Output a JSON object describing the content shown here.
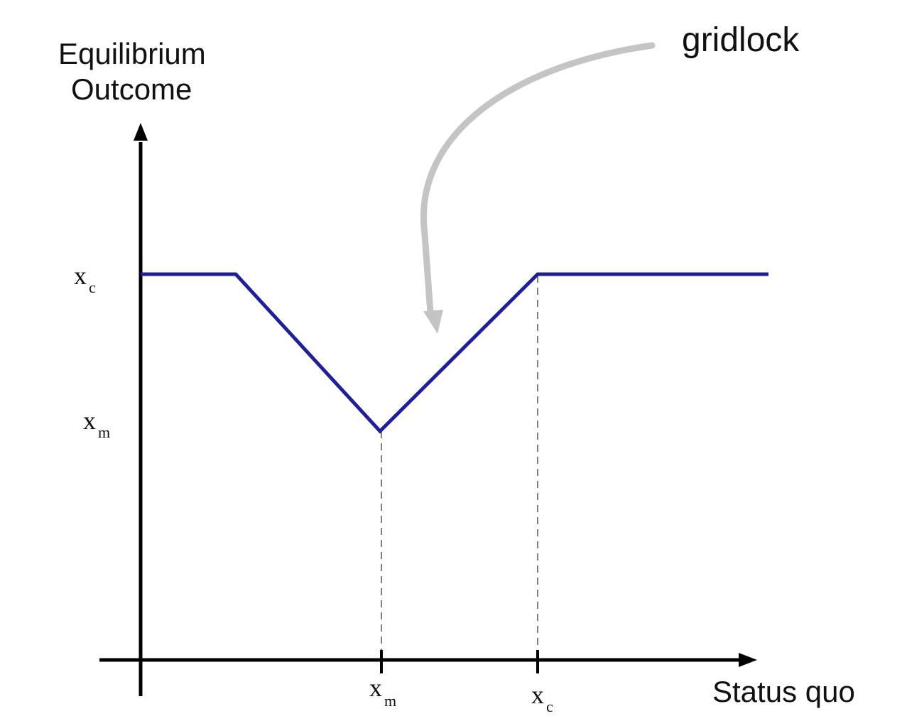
{
  "y_axis_label": {
    "line1": "Equilibrium",
    "line2": "Outcome"
  },
  "x_axis_label": "Status quo",
  "annotation": "gridlock",
  "y_ticks": [
    {
      "base": "x",
      "sub": "c"
    },
    {
      "base": "x",
      "sub": "m"
    }
  ],
  "x_ticks": [
    {
      "base": "x",
      "sub": "m"
    },
    {
      "base": "x",
      "sub": "c"
    }
  ],
  "colors": {
    "curve": "#1f1f9a",
    "axes": "#000000",
    "arrow": "#c4c4c4",
    "guide": "#555555"
  }
}
